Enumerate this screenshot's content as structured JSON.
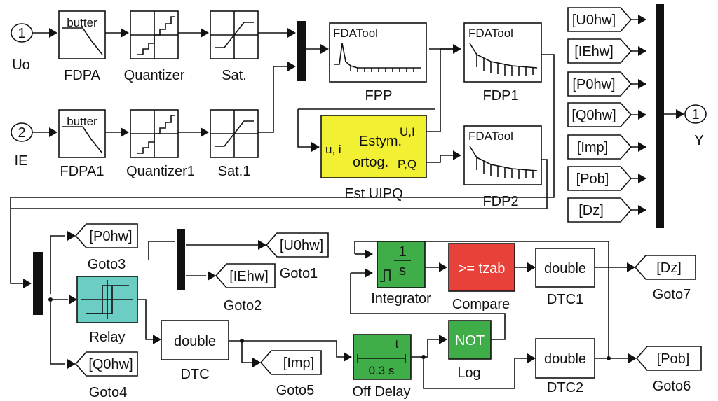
{
  "diagram": {
    "inports": [
      {
        "num": "1",
        "label": "Uo"
      },
      {
        "num": "2",
        "label": "IE"
      }
    ],
    "outport": {
      "num": "1",
      "label": "Y"
    },
    "filters": [
      {
        "icon": "butter",
        "label": "FDPA"
      },
      {
        "icon": "butter",
        "label": "FDPA1"
      }
    ],
    "quantizers": [
      "Quantizer",
      "Quantizer1"
    ],
    "saturations": [
      "Sat.",
      "Sat.1"
    ],
    "fdatools": [
      {
        "icon": "FDATool",
        "label": "FPP"
      },
      {
        "icon": "FDATool",
        "label": "FDP1"
      },
      {
        "icon": "FDATool",
        "label": "FDP2"
      }
    ],
    "estimator": {
      "label": "Est UIPQ",
      "line1": "Estym.",
      "line2": "ortog.",
      "in_port": "u, i",
      "out_port1": "U,I",
      "out_port2": "P,Q",
      "color": "#f2f032"
    },
    "from_tags": [
      "[U0hw]",
      "[IEhw]",
      "[P0hw]",
      "[Q0hw]",
      "[Imp]",
      "[Pob]",
      "[Dz]"
    ],
    "gotos": [
      {
        "tag": "[P0hw]",
        "label": "Goto3"
      },
      {
        "tag": "[Q0hw]",
        "label": "Goto4"
      },
      {
        "tag": "[U0hw]",
        "label": "Goto1"
      },
      {
        "tag": "[IEhw]",
        "label": "Goto2"
      },
      {
        "tag": "[Imp]",
        "label": "Goto5"
      },
      {
        "tag": "[Dz]",
        "label": "Goto7"
      },
      {
        "tag": "[Pob]",
        "label": "Goto6"
      }
    ],
    "relay": {
      "label": "Relay",
      "color": "#6ccdc4"
    },
    "dtc": [
      {
        "text": "double",
        "label": "DTC"
      },
      {
        "text": "double",
        "label": "DTC1"
      },
      {
        "text": "double",
        "label": "DTC2"
      }
    ],
    "integrator": {
      "label": "Integrator",
      "num": "1",
      "den": "s",
      "color": "#3fae49"
    },
    "compare": {
      "label": "Compare",
      "text": ">= tzab",
      "color": "#e8413a"
    },
    "off_delay": {
      "label": "Off Delay",
      "t": "t",
      "value": "0.3 s",
      "color": "#3fae49"
    },
    "logic": {
      "label": "Log",
      "text": "NOT",
      "color": "#3fae49"
    }
  }
}
